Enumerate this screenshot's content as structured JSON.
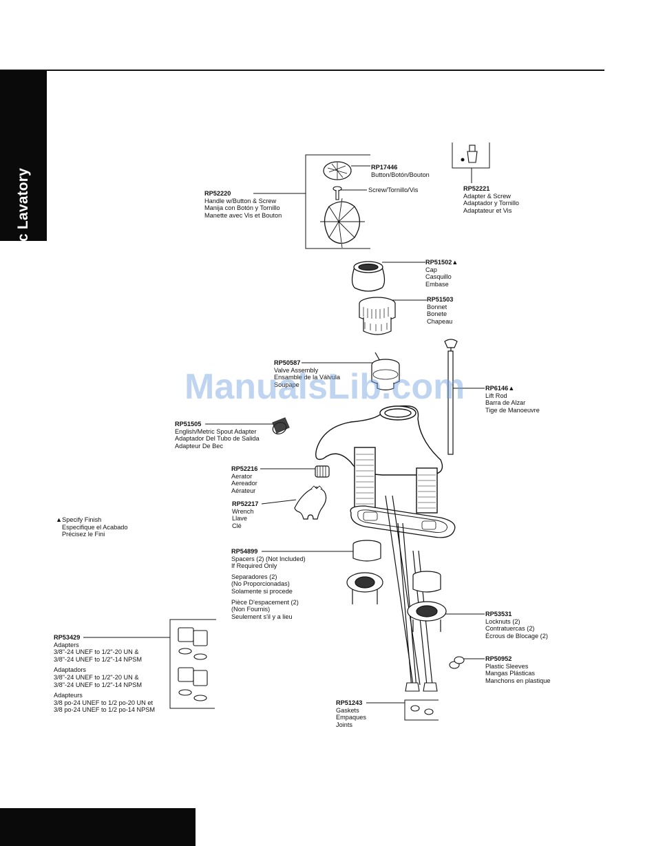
{
  "page": {
    "side_tab_title": "Classic Lavatory",
    "watermark": "ManualsLib.com"
  },
  "note": {
    "lines": [
      "▲Specify Finish",
      "Especifique el Acabado",
      "Précisez le Fini"
    ]
  },
  "parts": {
    "rp17446": {
      "number": "RP17446",
      "lines": [
        "Button/Botón/Bouton"
      ]
    },
    "screw": {
      "number": "",
      "lines": [
        "Screw/Tornillo/Vis"
      ]
    },
    "rp52220": {
      "number": "RP52220",
      "lines": [
        "Handle w/Button & Screw",
        "Manija con Botón y Tornillo",
        "Manette avec Vis et Bouton"
      ]
    },
    "rp52221": {
      "number": "RP52221",
      "lines": [
        "Adapter & Screw",
        "Adaptador y Tornillo",
        "Adaptateur et Vis"
      ]
    },
    "rp51502": {
      "number": "RP51502▲",
      "lines": [
        "Cap",
        "Casquillo",
        "Embase"
      ]
    },
    "rp51503": {
      "number": "RP51503",
      "lines": [
        "Bonnet",
        "Bonete",
        "Chapeau"
      ]
    },
    "rp50587": {
      "number": "RP50587",
      "lines": [
        "Valve Assembly",
        "Ensamble de la Válvula",
        "Soupape"
      ]
    },
    "rp6146": {
      "number": "RP6146▲",
      "lines": [
        "Lift Rod",
        "Barra de Alzar",
        "Tige de Manoeuvre"
      ]
    },
    "rp51505": {
      "number": "RP51505",
      "lines": [
        "English/Metric Spout Adapter",
        "Adaptador Del Tubo de Salida",
        "Adapteur De Bec"
      ]
    },
    "rp52216": {
      "number": "RP52216",
      "lines": [
        "Aerator",
        "Aereador",
        "Aérateur"
      ]
    },
    "rp52217": {
      "number": "RP52217",
      "lines": [
        "Wrench",
        "Llave",
        "Clé"
      ]
    },
    "rp54899": {
      "number": "RP54899",
      "groups": [
        [
          "Spacers (2) (Not Included)",
          "If Required Only"
        ],
        [
          "Separadores (2)",
          "(No Proporcionadas)",
          "Solamente si procede"
        ],
        [
          "Pièce D'espacement (2)",
          "(Non Fournis)",
          "Seulement s'il y a lieu"
        ]
      ]
    },
    "rp53531": {
      "number": "RP53531",
      "lines": [
        "Locknuts (2)",
        "Contratuercas (2)",
        "Écrous de Blocage (2)"
      ]
    },
    "rp50952": {
      "number": "RP50952",
      "lines": [
        "Plastic Sleeves",
        "Mangas Plásticas",
        "Manchons en plastique"
      ]
    },
    "rp51243": {
      "number": "RP51243",
      "lines": [
        "Gaskets",
        "Empaques",
        "Joints"
      ]
    },
    "rp53429": {
      "number": "RP53429",
      "groups": [
        [
          "Adapters",
          "3/8\"-24 UNEF to 1/2\"-20 UN &",
          "3/8\"-24 UNEF to 1/2\"-14 NPSM"
        ],
        [
          "Adaptadors",
          "3/8\"-24 UNEF to 1/2\"-20 UN &",
          "3/8\"-24 UNEF to 1/2\"-14 NPSM"
        ],
        [
          "Adapteurs",
          "3/8 po-24 UNEF to 1/2 po-20 UN et",
          "3/8 po-24 UNEF to 1/2 po-14 NPSM"
        ]
      ]
    }
  }
}
